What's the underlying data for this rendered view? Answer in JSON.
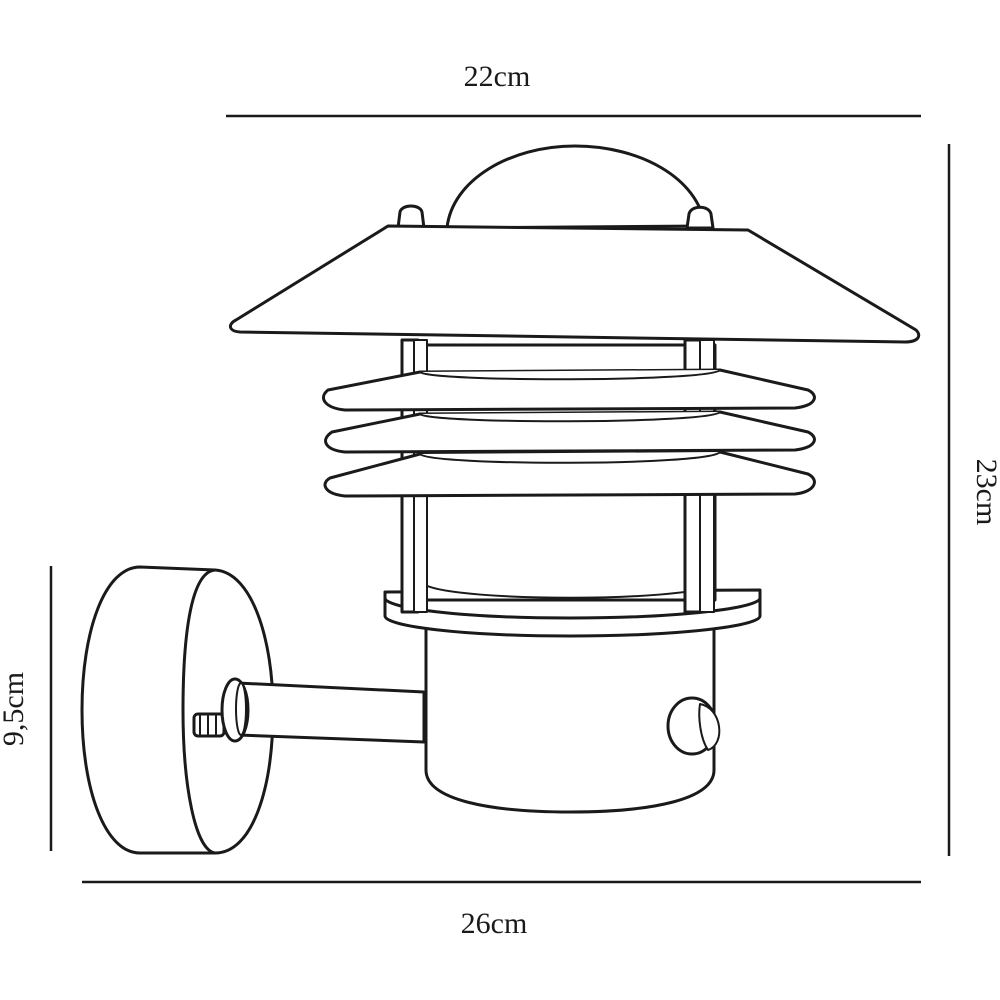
{
  "dimensions": {
    "top_width": "22cm",
    "bottom_width": "26cm",
    "right_height": "23cm",
    "left_height": "9,5cm"
  },
  "colors": {
    "line": "#1a1a1a",
    "background": "#ffffff"
  }
}
